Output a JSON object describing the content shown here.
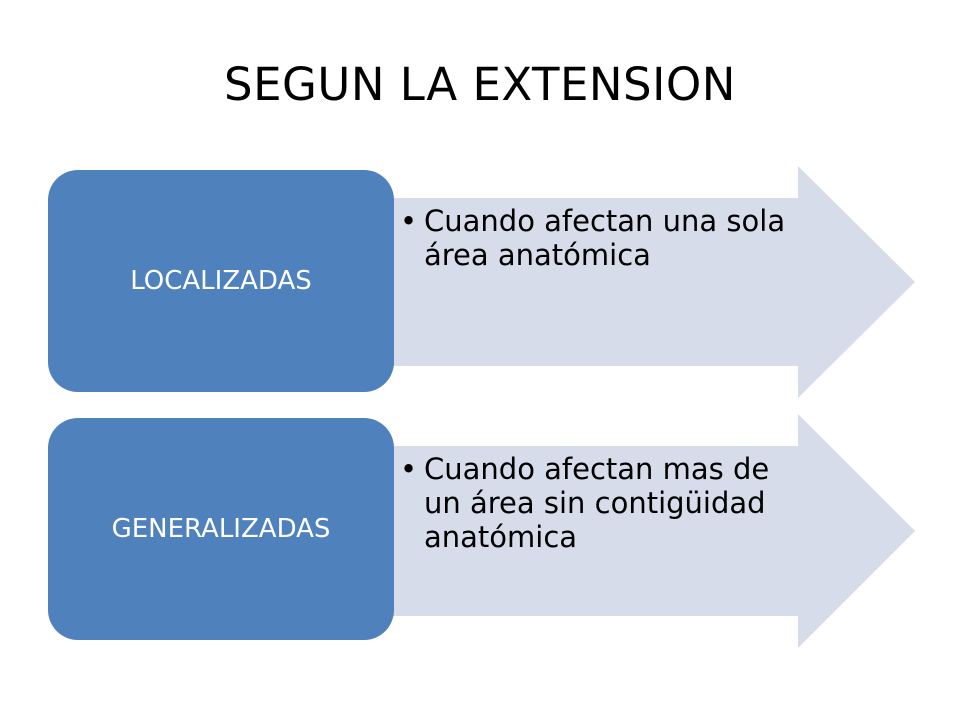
{
  "title": "SEGUN LA EXTENSION",
  "colors": {
    "label_fill": "#4f81bd",
    "arrow_fill": "#d6dce9",
    "text": "#000000",
    "label_text": "#ffffff"
  },
  "rows": [
    {
      "label": "LOCALIZADAS",
      "bullet_symbol": "•",
      "description": "Cuando afectan una sola área anatómica"
    },
    {
      "label": "GENERALIZADAS",
      "bullet_symbol": "•",
      "description": "Cuando afectan mas de un área sin contigüidad anatómica"
    }
  ]
}
